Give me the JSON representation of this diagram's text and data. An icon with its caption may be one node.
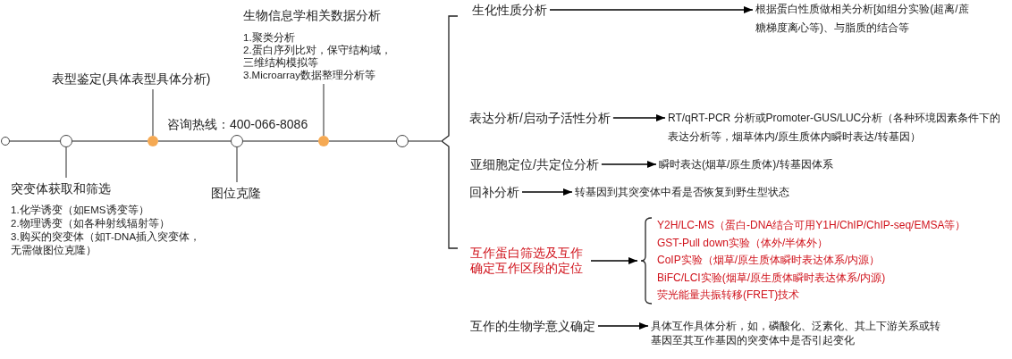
{
  "diagram": {
    "nodes": [
      {
        "text": [],
        "shape": "circle"
      },
      {
        "text": [],
        "shape": "circle"
      },
      {
        "text": [],
        "shape": "circle"
      },
      {
        "text": [],
        "shape": "circle"
      },
      {
        "text": [],
        "shape": "circle"
      },
      {
        "text": [],
        "shape": "circle"
      },
      {
        "text": [
          "表型鉴定(具体表型具体分析)"
        ]
      },
      {
        "text": [
          "突变体获取和筛选",
          "1.化学诱变（如EMS诱变等）",
          "2.物理诱变（如各种射线辐射等）",
          "3.购买的突变体（如T-DNA插入突变体，无需做图位克隆）"
        ]
      },
      {
        "text": [
          "图位克隆"
        ]
      },
      {
        "text": [
          "生物信息学相关数据分析",
          "1.聚类分析",
          "2.蛋白序列比对，保守结构域，三维结构模拟等",
          "3.Microarray数据整理分析等"
        ]
      },
      {
        "text": [],
        "shape": "brace"
      },
      {
        "text": [
          "生化性质分析"
        ]
      },
      {
        "text": [
          "根据蛋白性质做相关分析[如组分实验(超离/蔗糖梯度离心等)、与脂质的结合等"
        ]
      },
      {
        "text": [
          "表达分析/启动子活性分析"
        ]
      },
      {
        "text": [
          "RT/qRT-PCR 分析或Promoter-GUS/LUC分析（各种环境因素条件下的表达分析等，烟草体内/原生质体内瞬时表达/转基因）"
        ]
      },
      {
        "text": [
          "亚细胞定位/共定位分析"
        ]
      },
      {
        "text": [
          "瞬时表达(烟草/原生质体)/转基因体系"
        ]
      },
      {
        "text": [
          "回补分析"
        ]
      },
      {
        "text": [
          "转基因到其突变体中看是否恢复到野生型状态"
        ]
      },
      {
        "text": [
          "互作蛋白筛选及互作确定互作区段的定位"
        ]
      },
      {
        "text": [
          "Y2H/LC-MS（蛋白-DNA结合可用Y1H/ChIP/ChIP-seq/EMSA等）",
          "GST-Pull down实验（体外/半体外）",
          "CoIP实验（烟草/原生质体瞬时表达体系/内源）",
          "BiFC/LCI实验(烟草/原生质体瞬时表达体系/内源)",
          "荧光能量共振转移(FRET)技术"
        ]
      },
      {
        "text": [
          "互作的生物学意义确定"
        ]
      },
      {
        "text": [
          "具体互作具体分析，如，磷酸化、泛素化、其上下游关系或转基因至其互作基因的突变体中是否引起变化"
        ]
      }
    ],
    "edges": [
      {
        "from": 0,
        "to": 1,
        "arrow": "none"
      },
      {
        "from": 1,
        "to": 2,
        "arrow": "none"
      },
      {
        "from": 2,
        "to": 3,
        "arrow": "none"
      },
      {
        "from": 3,
        "to": 4,
        "arrow": "none"
      },
      {
        "from": 4,
        "to": 5,
        "arrow": "none"
      },
      {
        "from": 5,
        "to": 10,
        "arrow": "none"
      },
      {
        "from": 2,
        "to": 6,
        "arrow": "none"
      },
      {
        "from": 1,
        "to": 7,
        "arrow": "none"
      },
      {
        "from": 3,
        "to": 8,
        "arrow": "none"
      },
      {
        "from": 4,
        "to": 9,
        "arrow": "none"
      },
      {
        "from": 11,
        "to": 12,
        "arrow": "to",
        "color": "#000000"
      },
      {
        "from": 13,
        "to": 14,
        "arrow": "to",
        "color": "#000000"
      },
      {
        "from": 15,
        "to": 16,
        "arrow": "to",
        "color": "#000000"
      },
      {
        "from": 17,
        "to": 18,
        "arrow": "to",
        "color": "#000000"
      },
      {
        "from": 19,
        "to": 20,
        "arrow": "to",
        "color": "#000000"
      },
      {
        "from": 21,
        "to": 22,
        "arrow": "to",
        "color": "#000000"
      }
    ],
    "labels": [
      "咨询热线：400-066-8086"
    ]
  }
}
